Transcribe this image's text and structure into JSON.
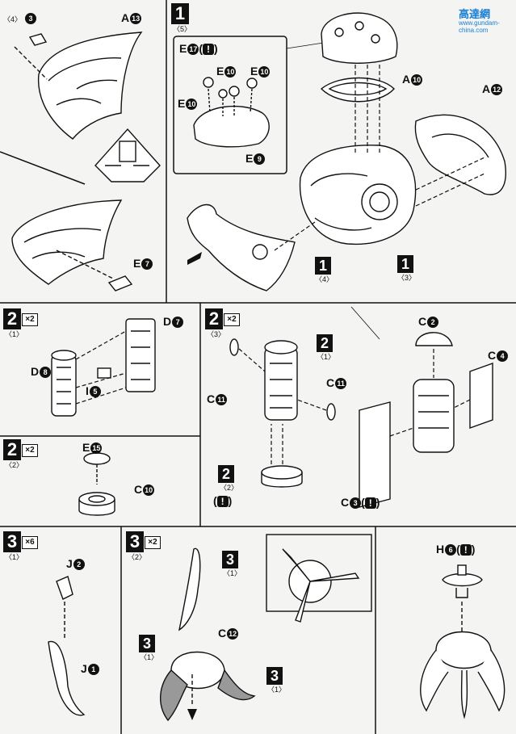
{
  "watermark": {
    "line1": "高達網",
    "line2": "www.gundam-china.com"
  },
  "step1": {
    "num": "1",
    "sub": "〈5〉"
  },
  "step1_ref1": {
    "num": "1",
    "sub": "〈4〉"
  },
  "step1_ref2": {
    "num": "1",
    "sub": "〈3〉"
  },
  "topleft_sub": "〈4〉",
  "labels": {
    "a13": {
      "letter": "A",
      "n": "13"
    },
    "n3": "3",
    "e7": {
      "letter": "E",
      "n": "7"
    },
    "a10": {
      "letter": "A",
      "n": "10"
    },
    "a12": {
      "letter": "A",
      "n": "12"
    },
    "e17": {
      "letter": "E",
      "n": "17"
    },
    "e10a": {
      "letter": "E",
      "n": "10"
    },
    "e10b": {
      "letter": "E",
      "n": "10"
    },
    "e10c": {
      "letter": "E",
      "n": "10"
    },
    "e9": {
      "letter": "E",
      "n": "9"
    },
    "d7": {
      "letter": "D",
      "n": "7"
    },
    "d8": {
      "letter": "D",
      "n": "8"
    },
    "i5": {
      "letter": "I",
      "n": "5"
    },
    "e15": {
      "letter": "E",
      "n": "15"
    },
    "c10": {
      "letter": "C",
      "n": "10"
    },
    "c11a": {
      "letter": "C",
      "n": "11"
    },
    "c11b": {
      "letter": "C",
      "n": "11"
    },
    "c2": {
      "letter": "C",
      "n": "2"
    },
    "c4": {
      "letter": "C",
      "n": "4"
    },
    "c3": {
      "letter": "C",
      "n": "3"
    },
    "j2": {
      "letter": "J",
      "n": "2"
    },
    "j1": {
      "letter": "J",
      "n": "1"
    },
    "c12": {
      "letter": "C",
      "n": "12"
    },
    "h6": {
      "letter": "H",
      "n": "6"
    }
  },
  "step2a": {
    "num": "2",
    "sub": "〈1〉",
    "mult": "×2"
  },
  "step2b": {
    "num": "2",
    "sub": "〈2〉",
    "mult": "×2"
  },
  "step2c": {
    "num": "2",
    "sub": "〈3〉",
    "mult": "×2"
  },
  "step2c_ref1": {
    "num": "2",
    "sub": "〈1〉"
  },
  "step2c_ref2": {
    "num": "2",
    "sub": "〈2〉"
  },
  "step3a": {
    "num": "3",
    "sub": "〈1〉",
    "mult": "×6"
  },
  "step3b": {
    "num": "3",
    "sub": "〈2〉",
    "mult": "×2"
  },
  "step3b_ref1": {
    "num": "3",
    "sub": "〈1〉"
  },
  "step3b_ref2": {
    "num": "3",
    "sub": "〈1〉"
  },
  "step3b_ref3": {
    "num": "3",
    "sub": "〈1〉"
  },
  "warn": "!"
}
